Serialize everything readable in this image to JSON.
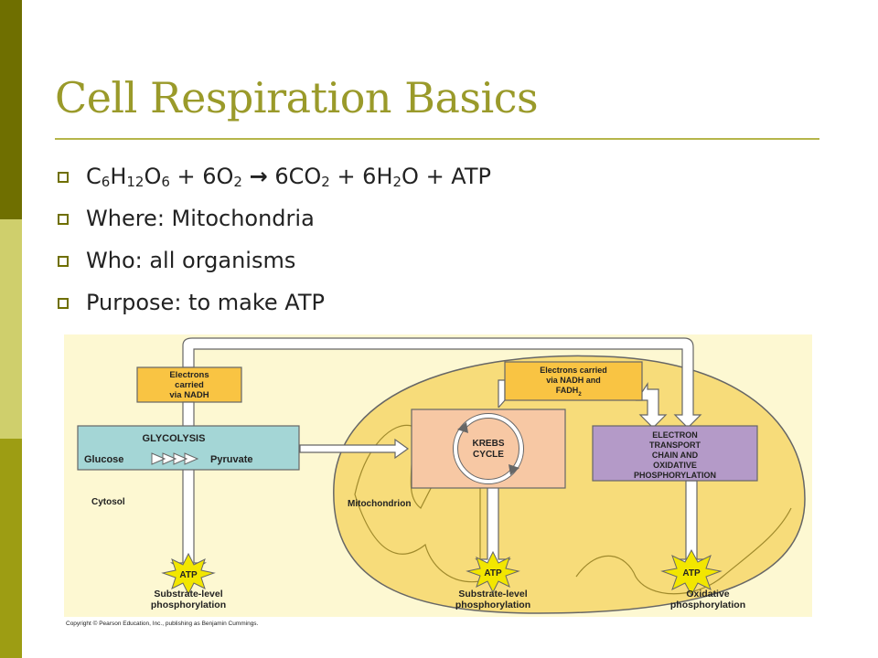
{
  "slide": {
    "title": "Cell Respiration Basics",
    "bullets": [
      {
        "equation": {
          "glucose": [
            "C",
            "6",
            "H",
            "12",
            "O",
            "6"
          ],
          "plus1": " + 6O",
          "o2_sub": "2",
          "arrow": "→",
          "co2": " 6CO",
          "co2_sub": "2",
          "plus2": " + 6H",
          "h2o_sub": "2",
          "tail": "O + ATP"
        }
      },
      {
        "text": "Where: Mitochondria"
      },
      {
        "text": "Who: all organisms"
      },
      {
        "text": "Purpose: to make ATP"
      }
    ]
  },
  "diagram": {
    "electrons_nadh": [
      "Electrons",
      "carried",
      "via NADH"
    ],
    "electrons_nadh_fadh": [
      "Electrons carried",
      "via NADH and",
      "FADH",
      "2"
    ],
    "glycolysis": "GLYCOLYSIS",
    "glucose": "Glucose",
    "pyruvate": "Pyruvate",
    "cytosol": "Cytosol",
    "krebs": [
      "KREBS",
      "CYCLE"
    ],
    "mitochondrion": "Mitochondrion",
    "etc": [
      "ELECTRON",
      "TRANSPORT",
      "CHAIN AND",
      "OXIDATIVE",
      "PHOSPHORYLATION"
    ],
    "atp": "ATP",
    "substrate_level": [
      "Substrate-level",
      "phosphorylation"
    ],
    "oxidative": [
      "Oxidative",
      "phosphorylation"
    ],
    "copyright": "Copyright © Pearson Education, Inc., publishing as Benjamin Cummings.",
    "colors": {
      "background": "#fdf8d2",
      "mitochondrion": "#f7dc7a",
      "electron_box": "#f9c443",
      "glycolysis_box": "#a4d6d6",
      "krebs_box": "#f7c8a4",
      "etc_box": "#b49ac8",
      "atp_star": "#f2e600",
      "arrow_fill": "#ffffff",
      "outline": "#666666"
    }
  }
}
